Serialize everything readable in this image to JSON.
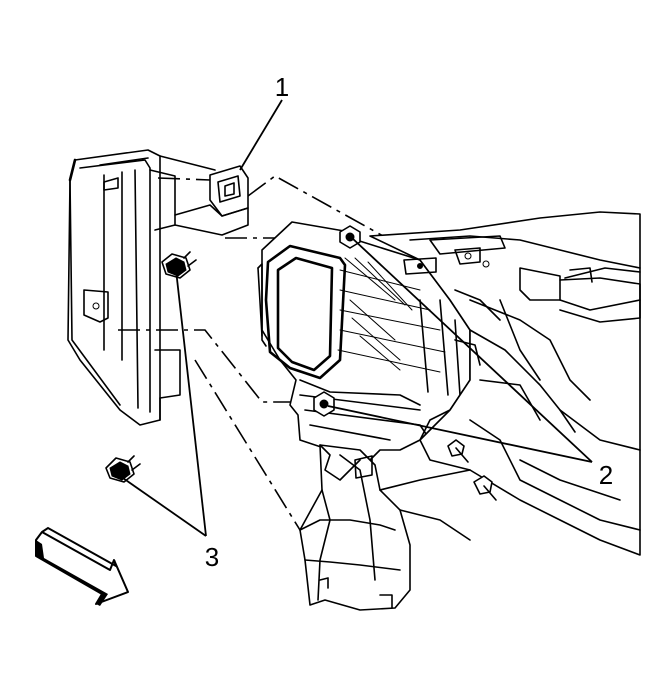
{
  "callouts": [
    {
      "id": "1",
      "label": "1"
    },
    {
      "id": "2",
      "label": "2"
    },
    {
      "id": "3",
      "label": "3"
    }
  ],
  "icons": {
    "direction_arrow": "forward-direction-arrow-icon"
  }
}
